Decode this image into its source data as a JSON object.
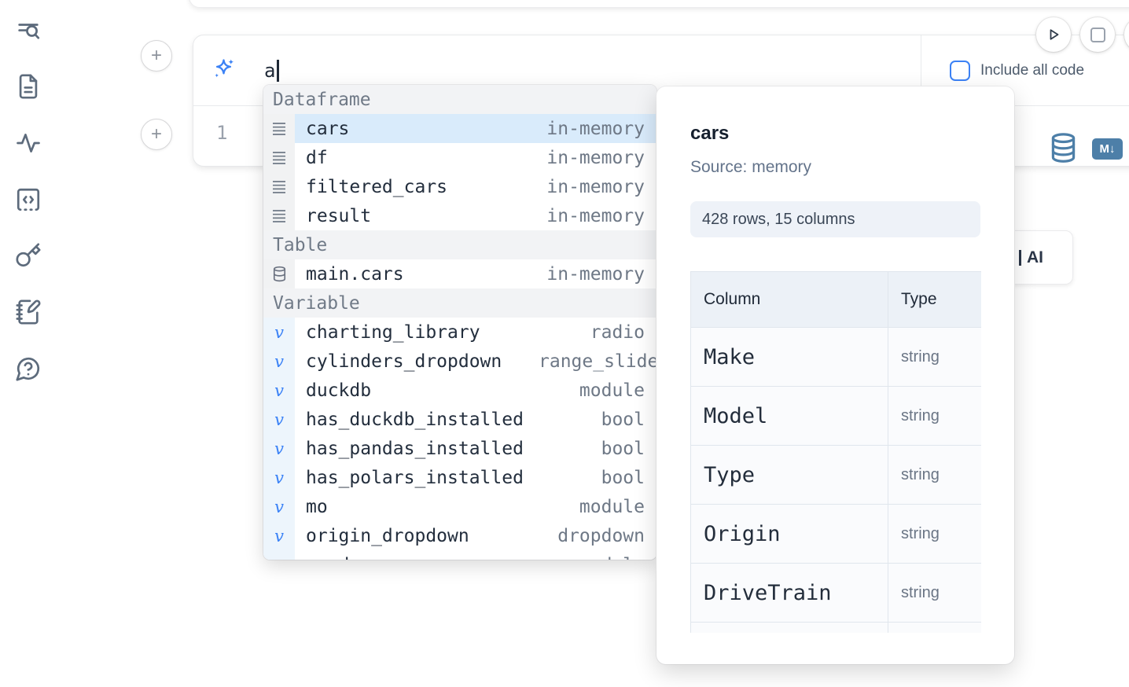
{
  "sidebar": {
    "items": [
      {
        "icon": "list-search-icon"
      },
      {
        "icon": "document-icon"
      },
      {
        "icon": "activity-icon"
      },
      {
        "icon": "code-snippet-icon"
      },
      {
        "icon": "key-icon"
      },
      {
        "icon": "scratchpad-icon"
      },
      {
        "icon": "help-chat-icon"
      }
    ]
  },
  "run_controls": {
    "play_icon": "play-icon",
    "stop_icon": "stop-icon"
  },
  "cell": {
    "prompt_value": "a",
    "sparkle_icon": "ai-sparkle-icon",
    "include_all_code_label": "Include all code",
    "line_number": "1",
    "database_icon": "database-icon",
    "markdown_icon_label": "M↓"
  },
  "autocomplete": {
    "sections": [
      {
        "label": "Dataframe",
        "items": [
          {
            "icon": "dataframe-icon",
            "name": "cars",
            "type": "in-memory",
            "selected": true
          },
          {
            "icon": "dataframe-icon",
            "name": "df",
            "type": "in-memory"
          },
          {
            "icon": "dataframe-icon",
            "name": "filtered_cars",
            "type": "in-memory"
          },
          {
            "icon": "dataframe-icon",
            "name": "result",
            "type": "in-memory"
          }
        ]
      },
      {
        "label": "Table",
        "items": [
          {
            "icon": "table-database-icon",
            "name": "main.cars",
            "type": "in-memory"
          }
        ]
      },
      {
        "label": "Variable",
        "items": [
          {
            "icon": "variable-icon",
            "name": "charting_library",
            "type": "radio"
          },
          {
            "icon": "variable-icon",
            "name": "cylinders_dropdown",
            "type": "range_slider"
          },
          {
            "icon": "variable-icon",
            "name": "duckdb",
            "type": "module"
          },
          {
            "icon": "variable-icon",
            "name": "has_duckdb_installed",
            "type": "bool"
          },
          {
            "icon": "variable-icon",
            "name": "has_pandas_installed",
            "type": "bool"
          },
          {
            "icon": "variable-icon",
            "name": "has_polars_installed",
            "type": "bool"
          },
          {
            "icon": "variable-icon",
            "name": "mo",
            "type": "module"
          },
          {
            "icon": "variable-icon",
            "name": "origin_dropdown",
            "type": "dropdown"
          },
          {
            "icon": "variable-icon",
            "name": "pandas",
            "type": "module",
            "partial": true
          }
        ]
      }
    ]
  },
  "preview": {
    "title": "cars",
    "source_label": "Source: memory",
    "shape_badge": "428 rows, 15 columns",
    "table": {
      "col_header": "Column",
      "type_header": "Type",
      "rows": [
        {
          "column": "Make",
          "type": "string"
        },
        {
          "column": "Model",
          "type": "string"
        },
        {
          "column": "Type",
          "type": "string"
        },
        {
          "column": "Origin",
          "type": "string"
        },
        {
          "column": "DriveTrain",
          "type": "string"
        }
      ]
    }
  },
  "ai_card": {
    "label": "AI"
  },
  "colors": {
    "accent_blue": "#3b82f6",
    "steel_blue": "#4d7fa8",
    "selection_blue": "#d9ebfb",
    "checkbox_blue": "#3c82f5"
  }
}
